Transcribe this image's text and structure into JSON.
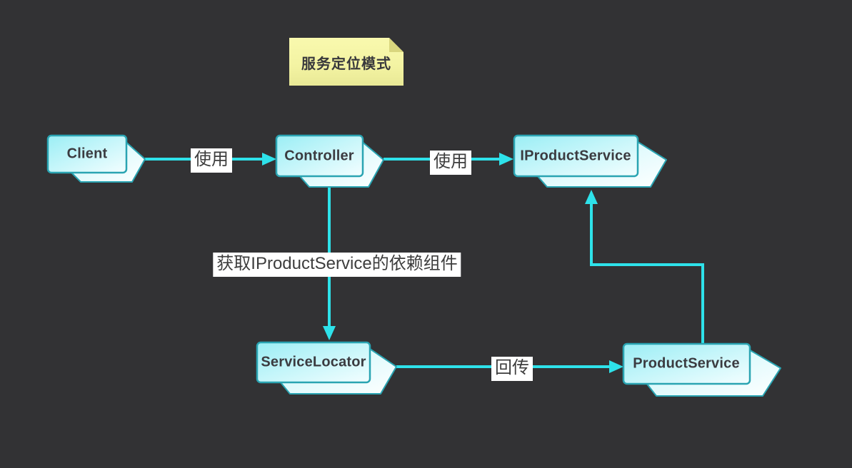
{
  "diagram": {
    "title_note": {
      "text": "服务定位模式"
    },
    "nodes": [
      {
        "id": "client",
        "label": "Client"
      },
      {
        "id": "controller",
        "label": "Controller"
      },
      {
        "id": "iproductservice",
        "label": "IProductService"
      },
      {
        "id": "servicelocator",
        "label": "ServiceLocator"
      },
      {
        "id": "productservice",
        "label": "ProductService"
      }
    ],
    "edges": [
      {
        "from": "Client",
        "to": "Controller",
        "label": "使用"
      },
      {
        "from": "Controller",
        "to": "IProductService",
        "label": "使用"
      },
      {
        "from": "Controller",
        "to": "ServiceLocator",
        "label": "获取IProductService的依赖组件"
      },
      {
        "from": "ServiceLocator",
        "to": "ProductService",
        "label": "回传"
      },
      {
        "from": "ProductService",
        "to": "IProductService",
        "label": ""
      }
    ],
    "colors": {
      "background": "#323234",
      "connector": "#2ee2ea",
      "node_border": "#2aa4b2",
      "node_fill_start": "#9beef5",
      "node_fill_end": "#f3feff",
      "note_fill": "#f7f7a8",
      "note_fold": "#d9d67e",
      "edge_label_bg": "#ffffff",
      "text": "#3b3b40"
    }
  }
}
